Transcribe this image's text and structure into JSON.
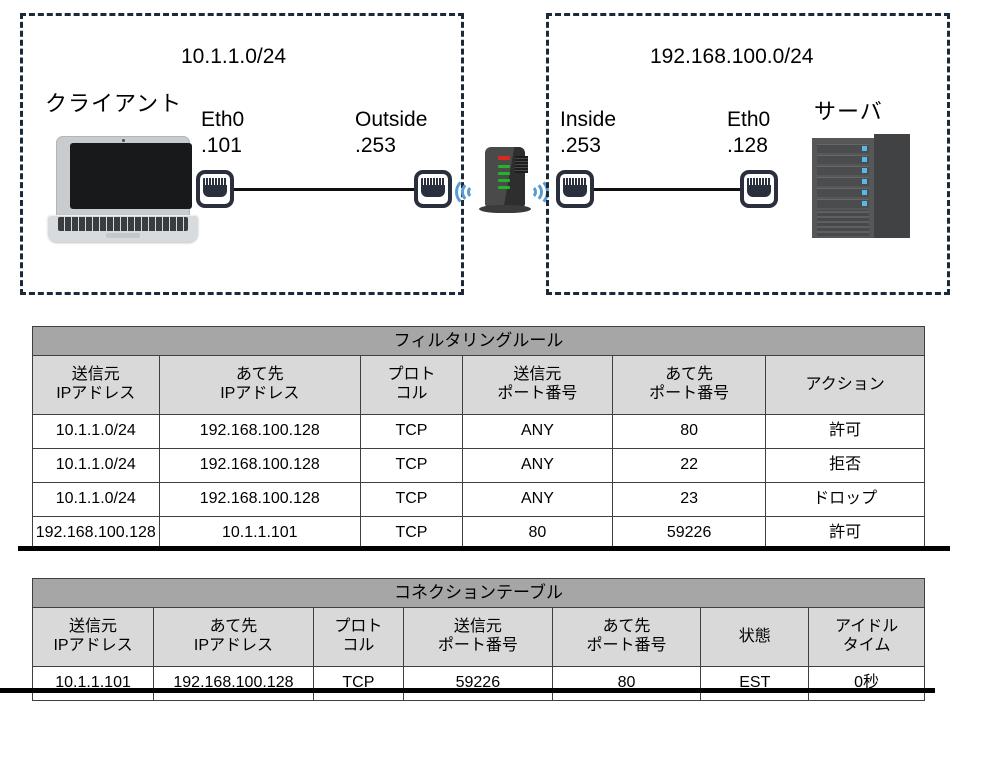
{
  "diagram": {
    "zones": [
      {
        "id": "left",
        "subnet": "10.1.1.0/24"
      },
      {
        "id": "right",
        "subnet": "192.168.100.0/24"
      }
    ],
    "nodes": {
      "client": {
        "role_label": "クライアント",
        "iface_name": "Eth0",
        "iface_addr": ".101"
      },
      "firewall_outside": {
        "iface_name": "Outside",
        "iface_addr": ".253"
      },
      "firewall_inside": {
        "iface_name": "Inside",
        "iface_addr": ".253"
      },
      "server": {
        "role_label": "サーバ",
        "iface_name": "Eth0",
        "iface_addr": ".128"
      }
    },
    "colors": {
      "zone_border": "#1b2a38",
      "wifi": "#5b9bd5",
      "router_led_red": "#d32b20",
      "router_led_green": "#25b32b",
      "server_led": "#56b9e8",
      "table_title_bg": "#a6a6a6",
      "table_header_bg": "#d9d9d9",
      "strike": "#000000"
    }
  },
  "filter_table": {
    "title": "フィルタリングルール",
    "columns": [
      "送信元\nIPアドレス",
      "あて先\nIPアドレス",
      "プロト\nコル",
      "送信元\nポート番号",
      "あて先\nポート番号",
      "アクション"
    ],
    "columns_lines": [
      [
        "送信元",
        "IPアドレス"
      ],
      [
        "あて先",
        "IPアドレス"
      ],
      [
        "プロト",
        "コル"
      ],
      [
        "送信元",
        "ポート番号"
      ],
      [
        "あて先",
        "ポート番号"
      ],
      [
        "アクション",
        ""
      ]
    ],
    "rows": [
      {
        "src_ip": "10.1.1.0/24",
        "dst_ip": "192.168.100.128",
        "proto": "TCP",
        "src_port": "ANY",
        "dst_port": "80",
        "action": "許可",
        "struck": false
      },
      {
        "src_ip": "10.1.1.0/24",
        "dst_ip": "192.168.100.128",
        "proto": "TCP",
        "src_port": "ANY",
        "dst_port": "22",
        "action": "拒否",
        "struck": false
      },
      {
        "src_ip": "10.1.1.0/24",
        "dst_ip": "192.168.100.128",
        "proto": "TCP",
        "src_port": "ANY",
        "dst_port": "23",
        "action": "ドロップ",
        "struck": false
      },
      {
        "src_ip": "192.168.100.128",
        "dst_ip": "10.1.1.101",
        "proto": "TCP",
        "src_port": "80",
        "dst_port": "59226",
        "action": "許可",
        "struck": true
      }
    ]
  },
  "connection_table": {
    "title": "コネクションテーブル",
    "columns_lines": [
      [
        "送信元",
        "IPアドレス"
      ],
      [
        "あて先",
        "IPアドレス"
      ],
      [
        "プロト",
        "コル"
      ],
      [
        "送信元",
        "ポート番号"
      ],
      [
        "あて先",
        "ポート番号"
      ],
      [
        "状態",
        ""
      ],
      [
        "アイドル",
        "タイム"
      ]
    ],
    "rows": [
      {
        "src_ip": "10.1.1.101",
        "dst_ip": "192.168.100.128",
        "proto": "TCP",
        "src_port": "59226",
        "dst_port": "80",
        "state": "EST",
        "idle": "0秒",
        "struck": true
      }
    ]
  }
}
